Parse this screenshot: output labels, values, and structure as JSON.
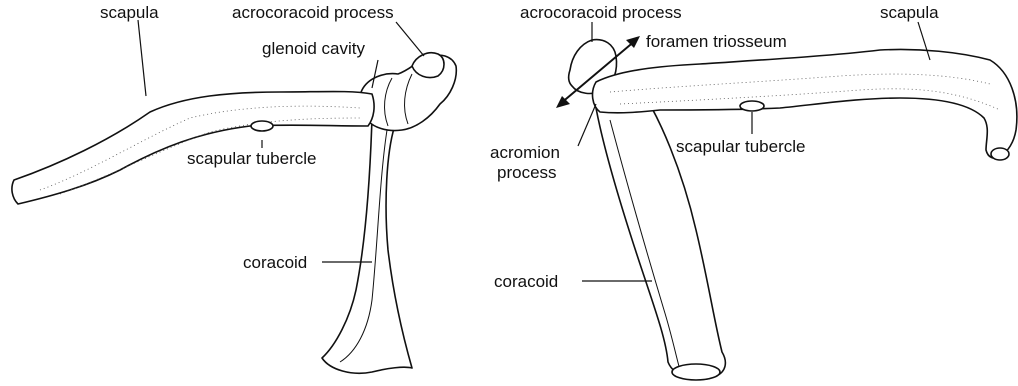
{
  "figure": {
    "left_view": {
      "labels": {
        "scapula": "scapula",
        "acrocoracoid": "acrocoracoid process",
        "glenoid": "glenoid cavity",
        "tubercle": "scapular tubercle",
        "coracoid": "coracoid"
      }
    },
    "right_view": {
      "labels": {
        "acrocoracoid": "acrocoracoid process",
        "foramen": "foramen triosseum",
        "scapula": "scapula",
        "acromion_line1": "acromion",
        "acromion_line2": "process",
        "tubercle": "scapular tubercle",
        "coracoid": "coracoid"
      }
    }
  }
}
